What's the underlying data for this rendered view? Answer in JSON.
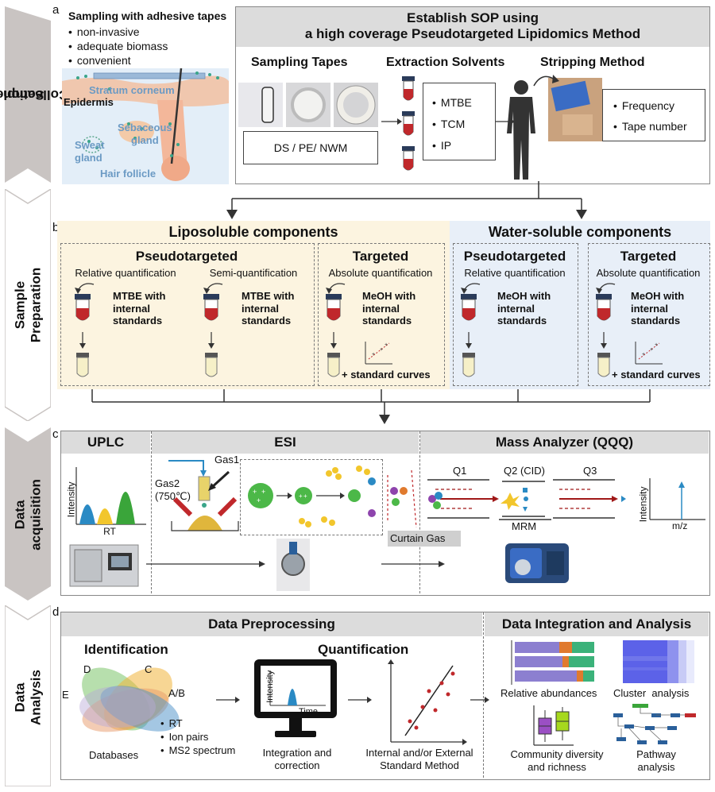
{
  "panel_letters": [
    "a",
    "b",
    "c",
    "d"
  ],
  "side_labels": {
    "sample_collection": [
      "Sample",
      "Collection"
    ],
    "sample_preparation": [
      "Sample",
      "Preparation"
    ],
    "data_acquisition": [
      "Data",
      "acquisition"
    ],
    "data_analysis": [
      "Data",
      "Analysis"
    ]
  },
  "panel_a": {
    "tapes_title": "Sampling with adhesive tapes",
    "tape_bullets": [
      "non-invasive",
      "adequate biomass",
      "convenient"
    ],
    "skin_labels": {
      "stratum": "Stratum corneum",
      "epidermis": "Epidermis",
      "sebaceous": "Sebaceous",
      "gland": "gland",
      "sweat": "Sweat",
      "sweat_gland": "gland",
      "hair": "Hair follicle"
    },
    "sop_title_line1": "Establish SOP using",
    "sop_title_line2": "a high coverage Pseudotargeted Lipidomics Method",
    "sampling_tapes": "Sampling Tapes",
    "tape_types": "DS / PE/ NWM",
    "extraction_solvents": "Extraction Solvents",
    "solvents": [
      "MTBE",
      "TCM",
      "IP"
    ],
    "stripping_method": "Stripping Method",
    "stripping_items": [
      "Frequency",
      "Tape number"
    ]
  },
  "panel_b": {
    "liposoluble": "Liposoluble components",
    "water_soluble": "Water-soluble components",
    "pseudotargeted": "Pseudotargeted",
    "targeted": "Targeted",
    "relative": "Relative quantification",
    "semi": "Semi-quantification",
    "absolute": "Absolute quantification",
    "mtbe": [
      "MTBE with",
      "internal",
      "standards"
    ],
    "meoh": [
      "MeOH with",
      "internal",
      "standards"
    ],
    "standard_curves": "+ standard curves"
  },
  "panel_c": {
    "uplc": "UPLC",
    "esi": "ESI",
    "mass_analyzer": "Mass Analyzer (QQQ)",
    "intensity": "Intensity",
    "rt": "RT",
    "gas1": "Gas1",
    "gas2": "Gas2",
    "temp": "(750℃)",
    "curtain_gas": "Curtain Gas",
    "q1": "Q1",
    "q2": "Q2 (CID)",
    "q3": "Q3",
    "mrm": "MRM",
    "mz": "m/z"
  },
  "panel_d": {
    "preprocessing": "Data Preprocessing",
    "integration": "Data Integration and Analysis",
    "identification": "Identification",
    "venn_labels": [
      "D",
      "C",
      "E",
      "A/B"
    ],
    "databases": "Databases",
    "id_bullets": [
      "RT",
      "Ion pairs",
      "MS2 spectrum"
    ],
    "quantification": "Quantification",
    "intensity": "Intensity",
    "time": "Time",
    "integration_correction": [
      "Integration and",
      "correction"
    ],
    "standard_method": [
      "Internal and/or External",
      "Standard Method"
    ],
    "relative_abundances": "Relative abundances",
    "cluster_analysis": "Cluster  analysis",
    "community": [
      "Community diversity",
      "and richness"
    ],
    "pathway": [
      "Pathway",
      "analysis"
    ]
  },
  "colors": {
    "chevron": "#c9c4c2",
    "lipo_bg": "#fcf4e0",
    "water_bg": "#e8eff8",
    "header_grey": "#dcdcdc",
    "blue_text": "#6b9ac4",
    "dark_red": "#a01818",
    "green_ion": "#4cb848",
    "bar_purple": "#8c7fd0",
    "bar_green": "#3bb27a",
    "bar_orange": "#e07a2e"
  }
}
